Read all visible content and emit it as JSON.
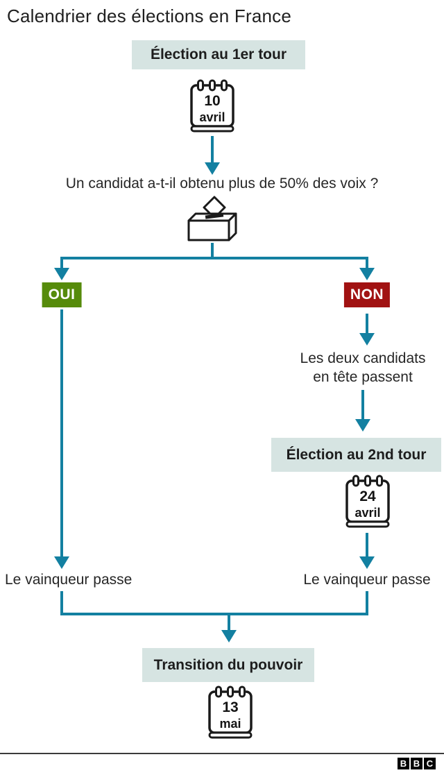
{
  "title": "Calendrier des élections en France",
  "flow": {
    "step1": {
      "label": "Élection au 1er tour",
      "day": "10",
      "month": "avril"
    },
    "question": "Un candidat a-t-il obtenu plus de 50% des voix ?",
    "yes_label": "OUI",
    "no_label": "NON",
    "no_branch_line1": "Les deux candidats",
    "no_branch_line2": "en tête passent",
    "step2": {
      "label": "Élection au 2nd tour",
      "day": "24",
      "month": "avril"
    },
    "winner_left": "Le vainqueur passe",
    "winner_right": "Le vainqueur passe",
    "step3": {
      "label": "Transition du pouvoir",
      "day": "13",
      "month": "mai"
    }
  },
  "footer": {
    "logo": [
      "B",
      "B",
      "C"
    ]
  },
  "colors": {
    "accent": "#1380a1",
    "box_bg": "#d6e4e2",
    "yes_bg": "#568b0b",
    "no_bg": "#a11212",
    "text": "#1f1f1f"
  }
}
